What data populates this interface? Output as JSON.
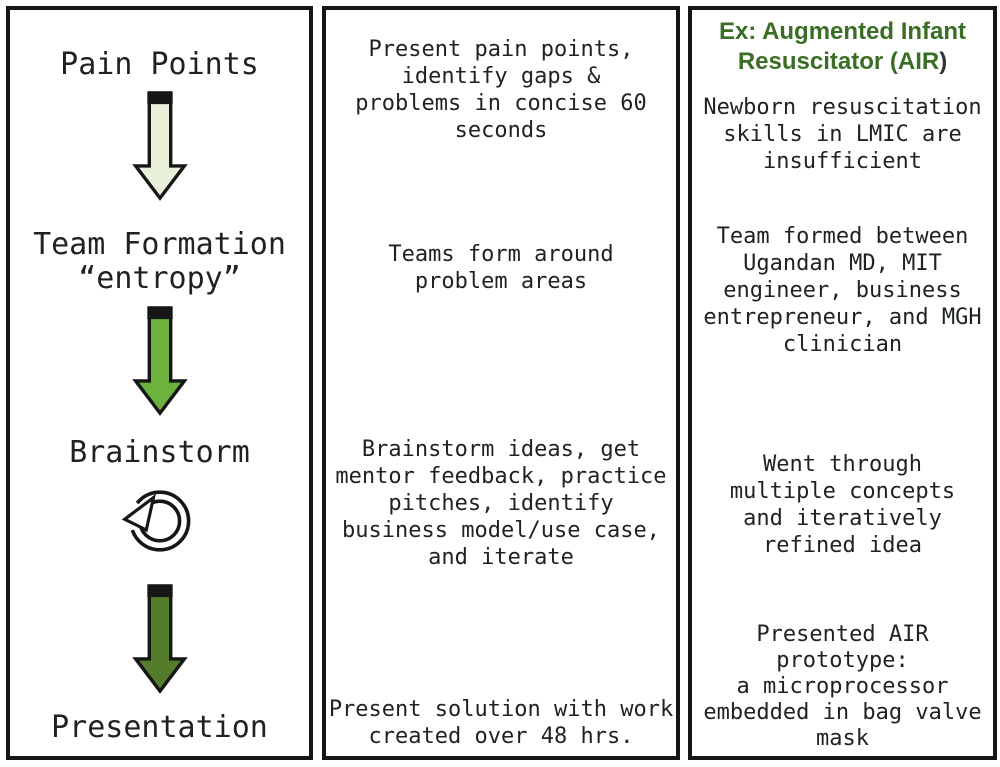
{
  "colors": {
    "outline": "#161616",
    "text": "#1e2222",
    "arrow1_fill": "#e9f0da",
    "arrow2_fill": "#6cb23c",
    "arrow3_fill": "#547d2b",
    "header_green": "#3a6e25"
  },
  "process": {
    "steps": [
      {
        "label": "Pain Points"
      },
      {
        "label": "Team Formation\n“entropy”"
      },
      {
        "label": "Brainstorm"
      },
      {
        "label": "Presentation"
      }
    ]
  },
  "descriptions": {
    "blocks": [
      {
        "text": "Present pain points,\nidentify gaps &\nproblems in concise 60\nseconds"
      },
      {
        "text": "Teams form around\nproblem areas"
      },
      {
        "text": "Brainstorm ideas, get\nmentor feedback, practice\npitches, identify\nbusiness model/use case,\nand iterate"
      },
      {
        "text": "Present solution with work\ncreated over 48 hrs."
      }
    ]
  },
  "example": {
    "header": "Ex: Augmented Infant\nResuscitator (AIR",
    "header_close": ")",
    "blocks": [
      {
        "text": "Newborn resuscitation\nskills in LMIC are\ninsufficient"
      },
      {
        "text": "Team formed between\nUgandan MD, MIT\nengineer, business\nentrepreneur, and MGH\nclinician"
      },
      {
        "text": "Went through\nmultiple concepts\nand iteratively\nrefined idea"
      },
      {
        "text": "Presented AIR\nprototype:\na microprocessor\nembedded in bag valve\nmask"
      }
    ]
  }
}
